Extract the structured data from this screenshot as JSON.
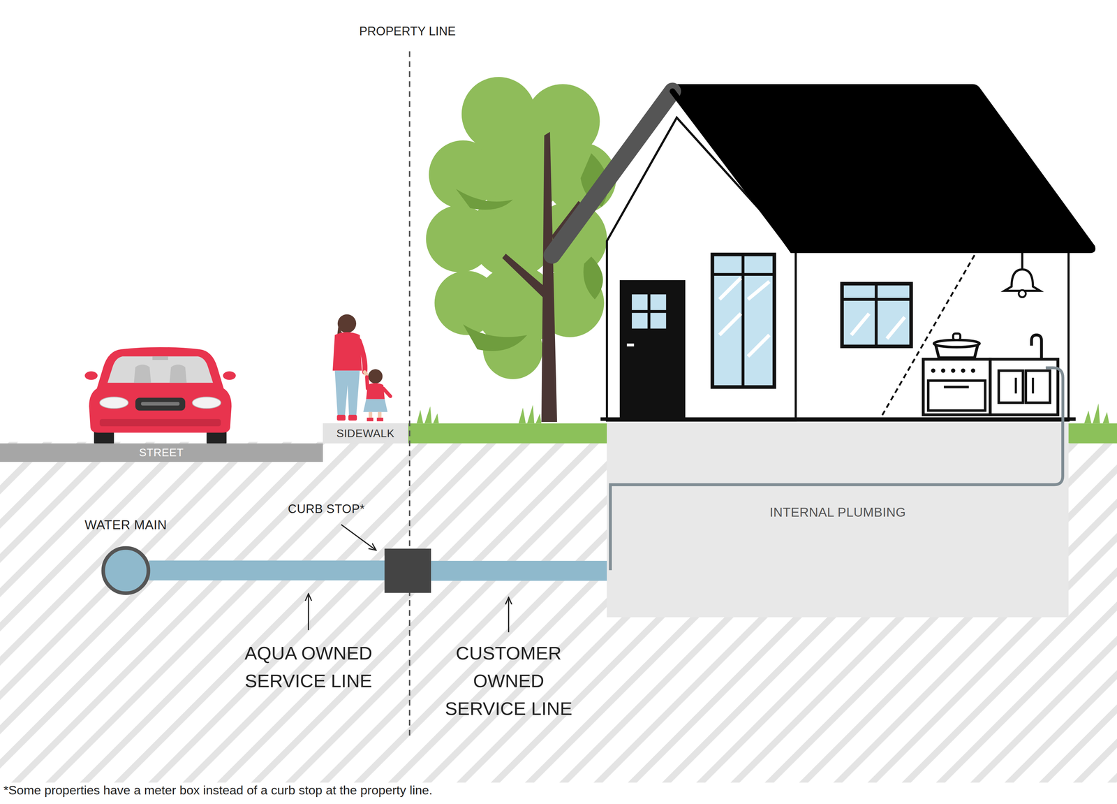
{
  "diagram": {
    "nodes": [
      {
        "text": [
          "STREET"
        ]
      },
      {
        "text": [
          "SIDEWALK"
        ]
      },
      {
        "text": [
          "WATER MAIN"
        ]
      },
      {
        "text": [
          "CURB STOP*"
        ]
      },
      {
        "text": [
          "INTERNAL PLUMBING"
        ]
      }
    ],
    "edges": [
      {
        "from": 2,
        "to": 3,
        "arrow": "none"
      },
      {
        "from": 3,
        "to": 4,
        "arrow": "none"
      }
    ],
    "labels": [
      "PROPERTY LINE",
      "AQUA OWNED SERVICE LINE",
      "CUSTOMER OWNED SERVICE LINE",
      "*Some properties have a meter box instead of a curb stop at the property line."
    ]
  }
}
